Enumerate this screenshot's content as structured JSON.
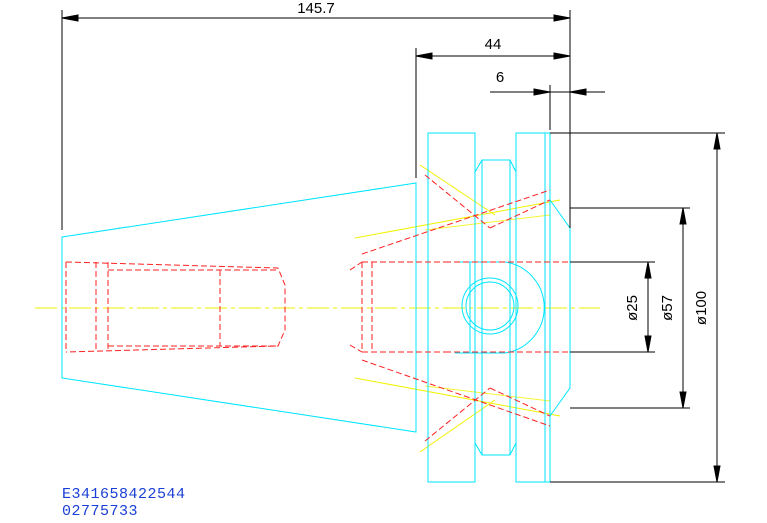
{
  "dimensions": {
    "overall_length": "145.7",
    "flange_length": "44",
    "flange_offset": "6",
    "bore_diameter": "ø25",
    "hub_diameter": "ø57",
    "flange_diameter": "ø100"
  },
  "codes": {
    "part_code": "E341658422544",
    "serial": "02775733"
  },
  "colors": {
    "outline": "#00e5ff",
    "hidden": "#ff2020",
    "centerline": "#f2f200",
    "dimension": "#000000",
    "code_text": "#1a3fd6"
  }
}
